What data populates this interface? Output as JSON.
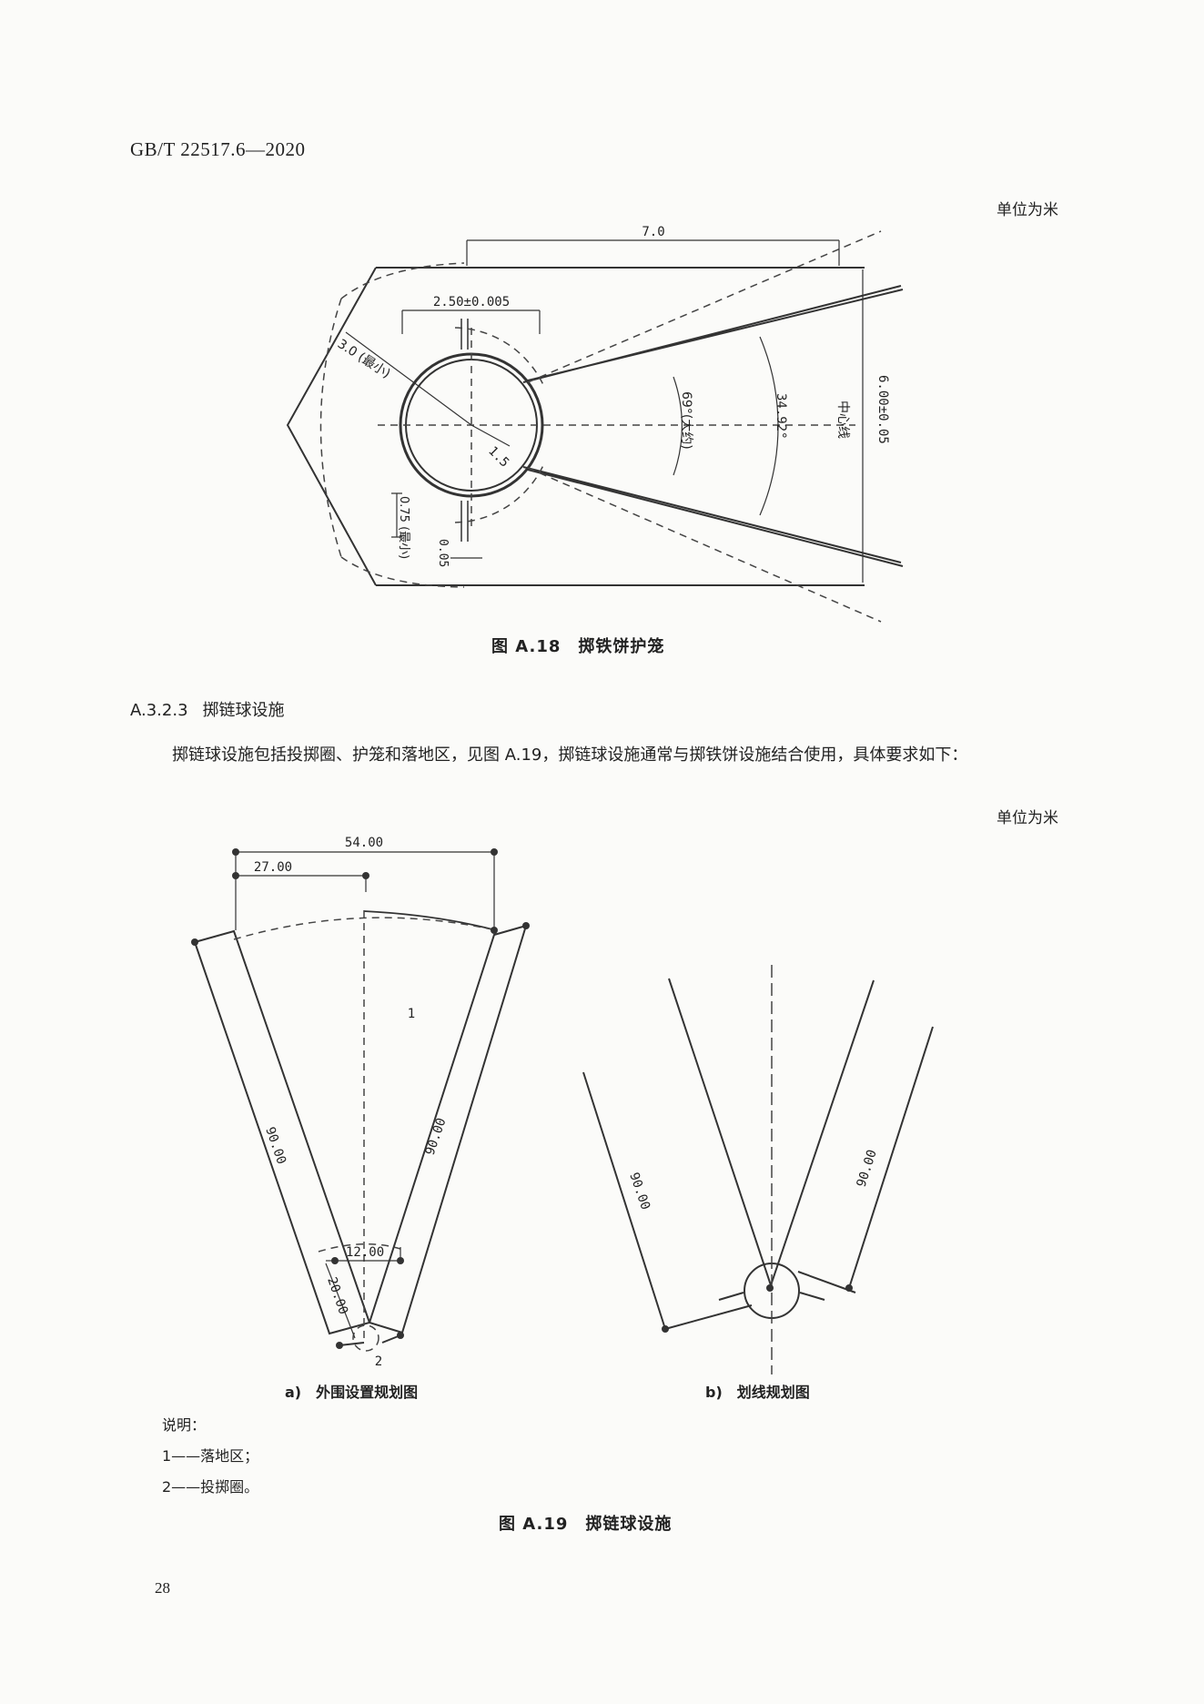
{
  "header": {
    "standard_code": "GB/T 22517.6—2020"
  },
  "fig18": {
    "unit_note": "单位为米",
    "dims": {
      "top_length": "7.0",
      "circle_diameter": "2.50±0.005",
      "min_radius": "3.0 (最小)",
      "radius": "1.5",
      "angle_approx": "69°(大约)",
      "angle": "34.92°",
      "center_line": "中心线",
      "opening": "6.00±0.05",
      "post_min": "0.75 (最小)",
      "post_gap": "0.05"
    },
    "caption": "图 A.18　掷铁饼护笼"
  },
  "section": {
    "number": "A.3.2.3",
    "title": "掷链球设施"
  },
  "paragraph": "掷链球设施包括投掷圈、护笼和落地区，见图 A.19，掷链球设施通常与掷铁饼设施结合使用，具体要求如下：",
  "fig19": {
    "unit_note": "单位为米",
    "dims": {
      "top_width": "54.00",
      "half_width": "27.00",
      "side_length_a_left": "90.00",
      "side_length_a_right": "90.00",
      "inner_width": "12.00",
      "inner_length": "20.00",
      "label_landing": "1",
      "label_circle": "2",
      "side_length_b_left": "90.00",
      "side_length_b_right": "90.00"
    },
    "sub_a": "a)　外围设置规划图",
    "sub_b": "b)　划线规划图",
    "legend_title": "说明：",
    "legend_items": [
      "1——落地区；",
      "2——投掷圈。"
    ],
    "caption": "图 A.19　掷链球设施"
  },
  "footer": {
    "page_number": "28"
  }
}
